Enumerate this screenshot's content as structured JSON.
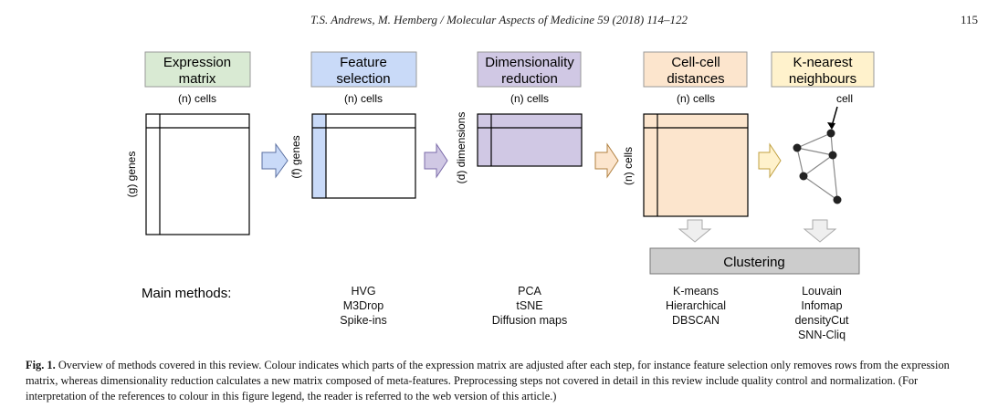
{
  "header": {
    "running_title": "T.S. Andrews, M. Hemberg / Molecular Aspects of Medicine 59 (2018) 114–122",
    "page_number": "115"
  },
  "colors": {
    "expression": "#d9ead3",
    "feature": "#c9daf8",
    "dimred": "#d0c8e4",
    "distances": "#fce5cd",
    "knn": "#fff2cc",
    "clustering": "#cccccc"
  },
  "steps": [
    {
      "title_line1": "Expression",
      "title_line2": "matrix",
      "cols_label": "(n) cells",
      "rows_label": "(g) genes"
    },
    {
      "title_line1": "Feature",
      "title_line2": "selection",
      "cols_label": "(n) cells",
      "rows_label": "(f) genes"
    },
    {
      "title_line1": "Dimensionality",
      "title_line2": "reduction",
      "cols_label": "(n) cells",
      "rows_label": "(d) dimensions"
    },
    {
      "title_line1": "Cell-cell",
      "title_line2": "distances",
      "cols_label": "(n) cells",
      "rows_label": "(n) cells"
    },
    {
      "title_line1": "K-nearest",
      "title_line2": "neighbours",
      "node_label": "cell"
    }
  ],
  "clustering_label": "Clustering",
  "main_methods_label": "Main methods:",
  "methods": {
    "feature": [
      "HVG",
      "M3Drop",
      "Spike-ins"
    ],
    "dimred": [
      "PCA",
      "tSNE",
      "Diffusion maps"
    ],
    "distances": [
      "K-means",
      "Hierarchical",
      "DBSCAN"
    ],
    "knn": [
      "Louvain",
      "Infomap",
      "densityCut",
      "SNN-Cliq"
    ]
  },
  "caption": {
    "label": "Fig. 1.",
    "text": "Overview of methods covered in this review. Colour indicates which parts of the expression matrix are adjusted after each step, for instance feature selection only removes rows from the expression matrix, whereas dimensionality reduction calculates a new matrix composed of meta-features. Preprocessing steps not covered in detail in this review include quality control and normalization. (For interpretation of the references to colour in this figure legend, the reader is referred to the web version of this article.)"
  }
}
